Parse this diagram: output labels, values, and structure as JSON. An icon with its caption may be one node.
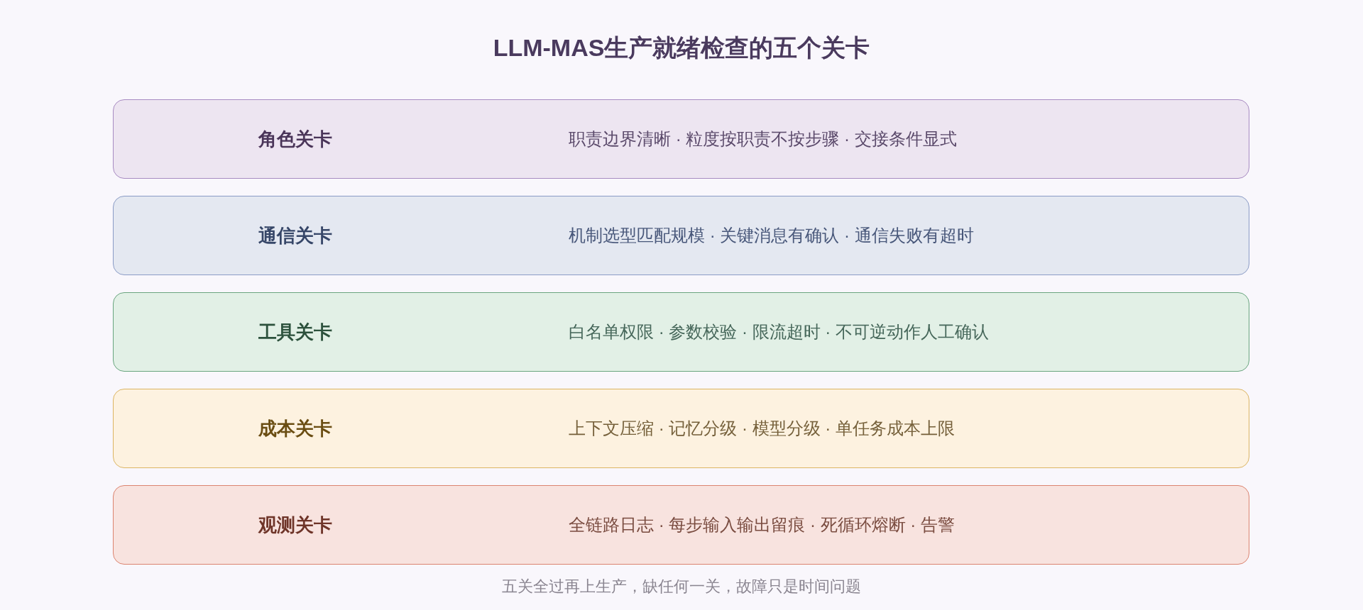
{
  "diagram": {
    "title": "LLM-MAS生产就绪检查的五个关卡",
    "nodes": [
      {
        "text": [
          "角色关卡",
          "职责边界清晰 · 粒度按职责不按步骤 · 交接条件显式"
        ]
      },
      {
        "text": [
          "通信关卡",
          "机制选型匹配规模 · 关键消息有确认 · 通信失败有超时"
        ]
      },
      {
        "text": [
          "工具关卡",
          "白名单权限 · 参数校验 · 限流超时 · 不可逆动作人工确认"
        ]
      },
      {
        "text": [
          "成本关卡",
          "上下文压缩 · 记忆分级 · 模型分级 · 单任务成本上限"
        ]
      },
      {
        "text": [
          "观测关卡",
          "全链路日志 · 每步输入输出留痕 · 死循环熔断 · 告警"
        ]
      }
    ],
    "caption": "五关全过再上生产，缺任何一关，故障只是时间问题"
  }
}
